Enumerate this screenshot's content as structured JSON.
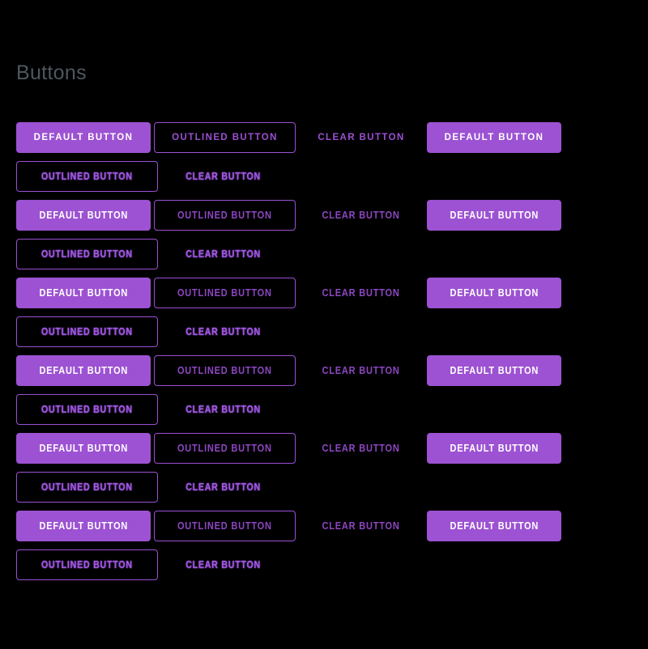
{
  "page": {
    "heading": "Buttons"
  },
  "colors": {
    "background": "#000000",
    "heading_text": "#4d5661",
    "purple_fill": "#9c52d2",
    "purple_border": "#9b4fd4",
    "purple_text": "#8d46c2",
    "purple_bright": "#9c50d2",
    "purple_glow": "#a257e0",
    "contained_text": "#ffffff"
  },
  "button_groups": [
    {
      "primary_row": [
        {
          "variant": "default",
          "label": "DEFAULT BUTTON"
        },
        {
          "variant": "outlined",
          "label": "OUTLINED BUTTON"
        },
        {
          "variant": "clear",
          "label": "CLEAR BUTTON"
        },
        {
          "variant": "default",
          "label": "DEFAULT BUTTON"
        }
      ],
      "secondary_row": [
        {
          "variant": "outlined",
          "label": "OUTLINED BUTTON"
        },
        {
          "variant": "clear",
          "label": "CLEAR BUTTON"
        }
      ]
    },
    {
      "primary_row": [
        {
          "variant": "default",
          "label": "DEFAULT BUTTON"
        },
        {
          "variant": "outlined",
          "label": "OUTLINED BUTTON"
        },
        {
          "variant": "clear",
          "label": "CLEAR BUTTON"
        },
        {
          "variant": "default",
          "label": "DEFAULT BUTTON"
        }
      ],
      "secondary_row": [
        {
          "variant": "outlined",
          "label": "OUTLINED BUTTON"
        },
        {
          "variant": "clear",
          "label": "CLEAR BUTTON"
        }
      ]
    },
    {
      "primary_row": [
        {
          "variant": "default",
          "label": "DEFAULT BUTTON"
        },
        {
          "variant": "outlined",
          "label": "OUTLINED BUTTON"
        },
        {
          "variant": "clear",
          "label": "CLEAR BUTTON"
        },
        {
          "variant": "default",
          "label": "DEFAULT BUTTON"
        }
      ],
      "secondary_row": [
        {
          "variant": "outlined",
          "label": "OUTLINED BUTTON"
        },
        {
          "variant": "clear",
          "label": "CLEAR BUTTON"
        }
      ]
    },
    {
      "primary_row": [
        {
          "variant": "default",
          "label": "DEFAULT BUTTON"
        },
        {
          "variant": "outlined",
          "label": "OUTLINED BUTTON"
        },
        {
          "variant": "clear",
          "label": "CLEAR BUTTON"
        },
        {
          "variant": "default",
          "label": "DEFAULT BUTTON"
        }
      ],
      "secondary_row": [
        {
          "variant": "outlined",
          "label": "OUTLINED BUTTON"
        },
        {
          "variant": "clear",
          "label": "CLEAR BUTTON"
        }
      ]
    },
    {
      "primary_row": [
        {
          "variant": "default",
          "label": "DEFAULT BUTTON"
        },
        {
          "variant": "outlined",
          "label": "OUTLINED BUTTON"
        },
        {
          "variant": "clear",
          "label": "CLEAR BUTTON"
        },
        {
          "variant": "default",
          "label": "DEFAULT BUTTON"
        }
      ],
      "secondary_row": [
        {
          "variant": "outlined",
          "label": "OUTLINED BUTTON"
        },
        {
          "variant": "clear",
          "label": "CLEAR BUTTON"
        }
      ]
    },
    {
      "primary_row": [
        {
          "variant": "default",
          "label": "DEFAULT BUTTON"
        },
        {
          "variant": "outlined",
          "label": "OUTLINED BUTTON"
        },
        {
          "variant": "clear",
          "label": "CLEAR BUTTON"
        },
        {
          "variant": "default",
          "label": "DEFAULT BUTTON"
        }
      ],
      "secondary_row": [
        {
          "variant": "outlined",
          "label": "OUTLINED BUTTON"
        },
        {
          "variant": "clear",
          "label": "CLEAR BUTTON"
        }
      ]
    }
  ]
}
